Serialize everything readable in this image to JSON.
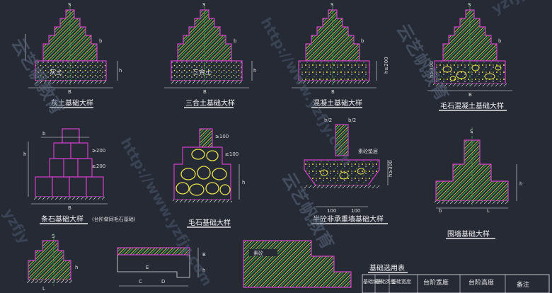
{
  "details": {
    "lime_soil": {
      "title": "灰土基础大样",
      "fill_label": "灰土",
      "dims": {
        "s": "S",
        "b": "b",
        "h": "h",
        "B": "B"
      }
    },
    "triple_soil": {
      "title": "三合土基础大样",
      "fill_label": "三合土",
      "dims": {
        "s": "S",
        "b": "b",
        "h": "h",
        "B": "B"
      }
    },
    "concrete": {
      "title": "混凝土基础大样",
      "dims": {
        "s": "S",
        "b": "b",
        "h": "h≥200",
        "B": "B"
      }
    },
    "rubble_concrete": {
      "title": "毛石混凝土基础大样",
      "dims": {
        "s": "S",
        "b": "b",
        "h": "h≥300",
        "B": "B"
      }
    },
    "strip_stone": {
      "title": "条石基础大样",
      "note": "(台阶做同毛石基础)",
      "dims": {
        "b": "b",
        "h": "h",
        "d200a": "≥200",
        "d200b": "≥200",
        "B": "B"
      }
    },
    "rubble": {
      "title": "毛石基础大样",
      "dims": {
        "d100a": "≥100",
        "d100b": "≥100",
        "h": "h"
      }
    },
    "semi_rigid": {
      "title": "半砼非承重墙基础大样",
      "dims": {
        "b2a": "b/2",
        "b2b": "b/2",
        "h": "h≥300",
        "d100a": "100",
        "d100b": "100",
        "note": "素砼垫层"
      }
    },
    "retaining": {
      "title": "围墙基础大样",
      "dims": {
        "s": "S",
        "h": "h",
        "L": "L",
        "bb": "b"
      }
    },
    "small_a": {
      "dims": {
        "s": "S",
        "L": "L",
        "h": "h"
      }
    },
    "small_b": {
      "dims": {
        "E": "E",
        "C": "C",
        "D": "D",
        "B": "B",
        "h": "h"
      }
    },
    "small_c": {
      "dims": {
        "note": "素砼"
      }
    }
  },
  "table": {
    "title": "基础选用表",
    "headers": [
      "基础编号",
      "基础类型",
      "基础宽度",
      "台阶宽度",
      "台阶高度",
      "备注"
    ]
  },
  "watermarks": {
    "url": "http://www.yzfjy.com",
    "brand": "云艺帆教育",
    "short": "yzfjy"
  },
  "colors": {
    "background": "#262a35",
    "outline_magenta": "#d33ec8",
    "hatch_yellow": "#e8e24a",
    "hatch_green": "#3aa84a",
    "dim_white": "#e6e6e6",
    "title_underline": "#e6e6e6"
  }
}
